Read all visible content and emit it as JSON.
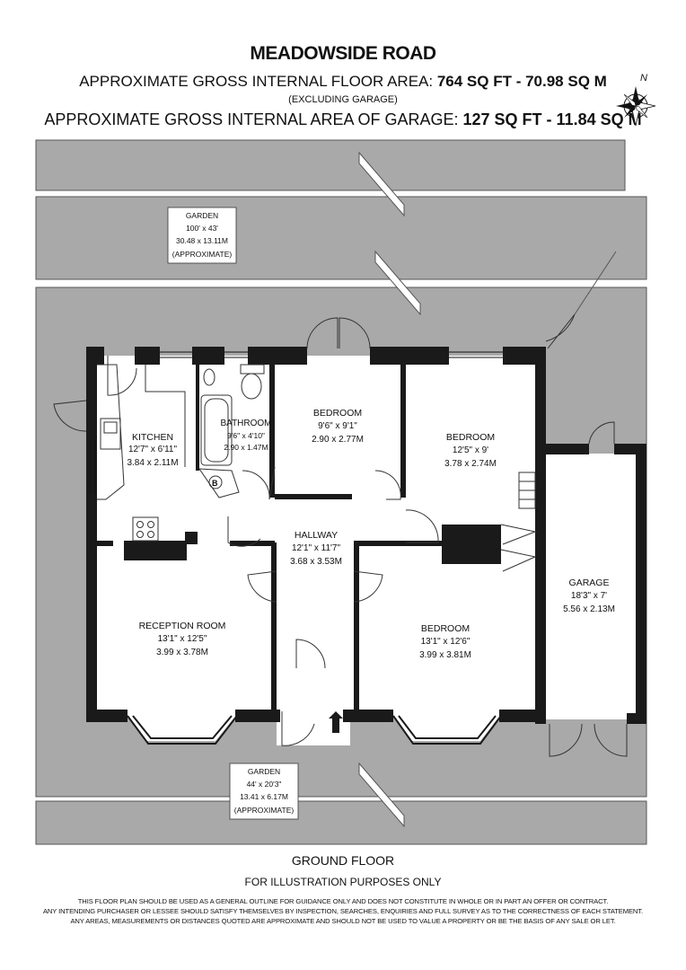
{
  "header": {
    "title": "MEADOWSIDE ROAD",
    "internal_area_label": "APPROXIMATE GROSS INTERNAL FLOOR AREA:",
    "internal_area_value": "764 SQ FT  -  70.98 SQ M",
    "internal_area_note": "(EXCLUDING GARAGE)",
    "garage_area_label": "APPROXIMATE GROSS INTERNAL AREA OF GARAGE:",
    "garage_area_value": "127 SQ FT  -  11.84 SQ M"
  },
  "compass": {
    "letter": "N",
    "icon": "compass-rose-icon"
  },
  "rooms": {
    "garden_rear": {
      "name": "GARDEN",
      "dim_imperial": "100' x 43'",
      "dim_metric": "30.48 x 13.11M",
      "note": "(APPROXIMATE)"
    },
    "kitchen": {
      "name": "KITCHEN",
      "dim_imperial": "12'7\" x 6'11\"",
      "dim_metric": "3.84 x 2.11M"
    },
    "bathroom": {
      "name": "BATHROOM",
      "dim_imperial": "9'6\" x 4'10\"",
      "dim_metric": "2.90 x 1.47M"
    },
    "bedroom_1": {
      "name": "BEDROOM",
      "dim_imperial": "9'6\" x 9'1\"",
      "dim_metric": "2.90 x 2.77M"
    },
    "bedroom_2": {
      "name": "BEDROOM",
      "dim_imperial": "12'5\" x 9'",
      "dim_metric": "3.78 x 2.74M"
    },
    "hallway": {
      "name": "HALLWAY",
      "dim_imperial": "12'1\" x 11'7\"",
      "dim_metric": "3.68 x 3.53M"
    },
    "reception": {
      "name": "RECEPTION ROOM",
      "dim_imperial": "13'1\" x 12'5\"",
      "dim_metric": "3.99 x 3.78M"
    },
    "bedroom_3": {
      "name": "BEDROOM",
      "dim_imperial": "13'1\" x 12'6\"",
      "dim_metric": "3.99 x 3.81M"
    },
    "garage": {
      "name": "GARAGE",
      "dim_imperial": "18'3\" x 7'",
      "dim_metric": "5.56 x 2.13M"
    },
    "garden_front": {
      "name": "GARDEN",
      "dim_imperial": "44' x 20'3\"",
      "dim_metric": "13.41 x 6.17M",
      "note": "(APPROXIMATE)"
    }
  },
  "fixtures": {
    "boiler_symbol": "B"
  },
  "colors": {
    "grounds": "#a9a9a9",
    "walls": "#1a1a1a",
    "rooms": "#ffffff"
  },
  "footer": {
    "floor": "GROUND FLOOR",
    "illustration": "FOR ILLUSTRATION PURPOSES ONLY",
    "disclaimer_1": "THIS FLOOR PLAN SHOULD BE USED AS A GENERAL OUTLINE FOR GUIDANCE ONLY AND DOES NOT CONSTITUTE IN WHOLE OR IN PART AN OFFER OR CONTRACT.",
    "disclaimer_2": "ANY INTENDING PURCHASER OR LESSEE SHOULD SATISFY THEMSELVES BY INSPECTION, SEARCHES, ENQUIRIES AND FULL SURVEY AS TO THE CORRECTNESS OF EACH STATEMENT.",
    "disclaimer_3": "ANY AREAS, MEASUREMENTS OR DISTANCES QUOTED ARE APPROXIMATE AND SHOULD NOT BE USED TO VALUE A PROPERTY OR BE THE BASIS OF ANY SALE OR LET."
  }
}
